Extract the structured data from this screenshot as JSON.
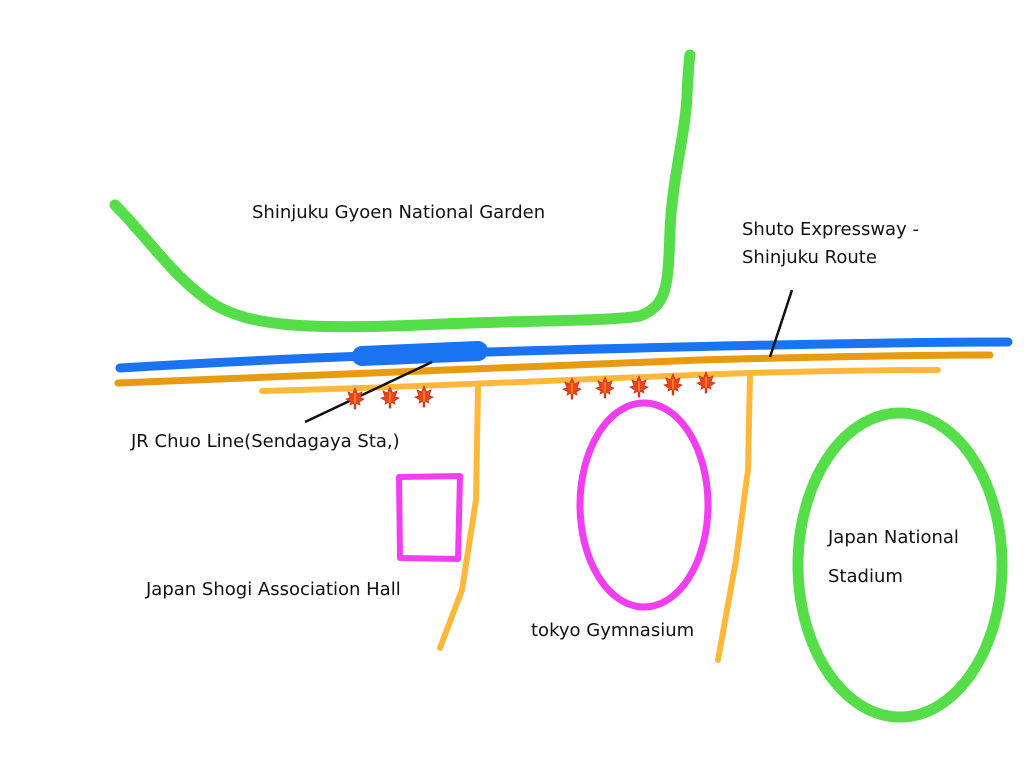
{
  "labels": {
    "garden": "Shinjuku Gyoen National Garden",
    "expressway_line1": "Shuto Expressway -",
    "expressway_line2": "Shinjuku Route",
    "jr_line": "JR Chuo Line(Sendagaya Sta,)",
    "shogi_hall": "Japan Shogi Association Hall",
    "gymnasium": "tokyo Gymnasium",
    "stadium_line1": "Japan National",
    "stadium_line2": "Stadium"
  },
  "colors": {
    "garden_green": "#55dd4a",
    "rail_blue": "#1a73f0",
    "expressway_orange": "#e89a10",
    "road_orange": "#ffb83a",
    "building_magenta": "#f03ef0",
    "maple_red": "#e8461c"
  },
  "icons": [
    "maple-leaf-icon"
  ]
}
